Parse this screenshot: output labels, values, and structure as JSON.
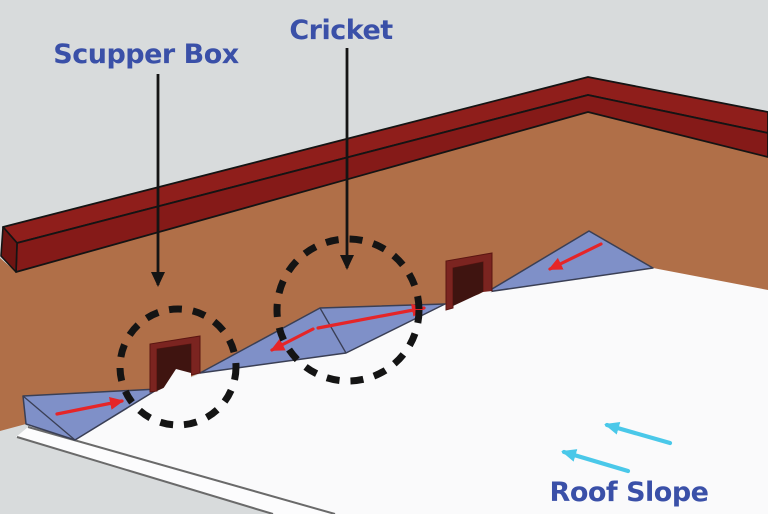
{
  "diagram": {
    "subject": "flat-roof parapet with crickets directing water to scupper boxes"
  },
  "labels": {
    "scupper_box": "Scupper Box",
    "cricket": "Cricket",
    "roof_slope": "Roof Slope"
  },
  "colors": {
    "background": "#D8DBDC",
    "parapet_wall_brown": "#B06F48",
    "parapet_cap_top": "#8F1E1B",
    "parapet_cap_front": "#851A18",
    "parapet_cap_end": "#6E1412",
    "roof_surface_white": "#FAFAFB",
    "fascia_white": "#FCFCFD",
    "roof_edge_line": "#6A6A6A",
    "cricket_blue": "#7F90C8",
    "cricket_outline": "#3A3F55",
    "scupper_frame_maroon": "#7B2420",
    "scupper_opening_dark": "#3F1410",
    "water_flow_arrow_red": "#E52528",
    "roof_slope_arrow_cyan": "#4AC8E9",
    "label_text_blue": "#3A50A8",
    "annotation_black": "#141414"
  },
  "annotations": {
    "dashed_circles": [
      {
        "highlights": "scupper-box"
      },
      {
        "highlights": "cricket"
      }
    ],
    "leader_arrows": [
      {
        "from_label": "Scupper Box",
        "direction": "down"
      },
      {
        "from_label": "Cricket",
        "direction": "down"
      }
    ],
    "water_flow_arrows": [
      {
        "on": "left-cricket",
        "direction": "up-right toward scupper 1"
      },
      {
        "on": "middle-cricket",
        "direction": "down-left toward scupper 1"
      },
      {
        "on": "middle-cricket",
        "direction": "up-right toward scupper 2"
      },
      {
        "on": "right-cricket",
        "direction": "down-left toward scupper 2"
      }
    ],
    "roof_slope_arrows": [
      {
        "direction": "up-left"
      },
      {
        "direction": "up-left"
      }
    ]
  }
}
